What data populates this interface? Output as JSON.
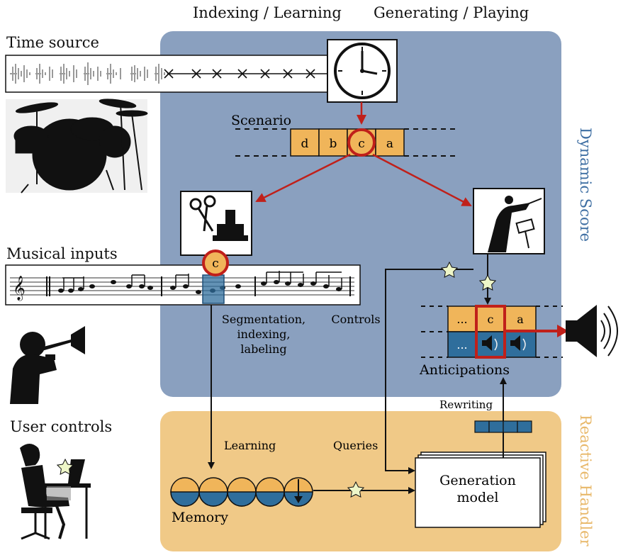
{
  "header": {
    "left": "Indexing / Learning",
    "right": "Generating / Playing"
  },
  "side_labels": {
    "time_source": "Time source",
    "musical_inputs": "Musical inputs",
    "user_controls": "User controls"
  },
  "panels": {
    "dynamic_score": "Dynamic Score",
    "reactive_handler": "Reactive Handler"
  },
  "scenario": {
    "label": "Scenario",
    "cells": [
      "d",
      "b",
      "c",
      "a"
    ],
    "current": "c"
  },
  "input_marker": "c",
  "annotations": {
    "segmentation": "Segmentation,",
    "indexing": "indexing,",
    "labeling": "labeling",
    "controls": "Controls",
    "learning": "Learning",
    "queries": "Queries",
    "rewriting": "Rewriting"
  },
  "anticipations": {
    "label": "Anticipations",
    "top_cells": [
      "...",
      "c",
      "a"
    ],
    "bottom_cells": [
      "..."
    ]
  },
  "memory": {
    "label": "Memory"
  },
  "generation_model": {
    "line1": "Generation",
    "line2": "model"
  },
  "colors": {
    "dynamic_score_bg": "#8aa0bf",
    "reactive_handler_bg": "#f0c987",
    "cell_orange": "#f0b55a",
    "cell_blue": "#2f6e9c",
    "highlight_red": "#c0201a",
    "star_fill": "#eef6c8",
    "dynamic_score_text": "#3f6fa3",
    "reactive_handler_text": "#e8b86a"
  }
}
